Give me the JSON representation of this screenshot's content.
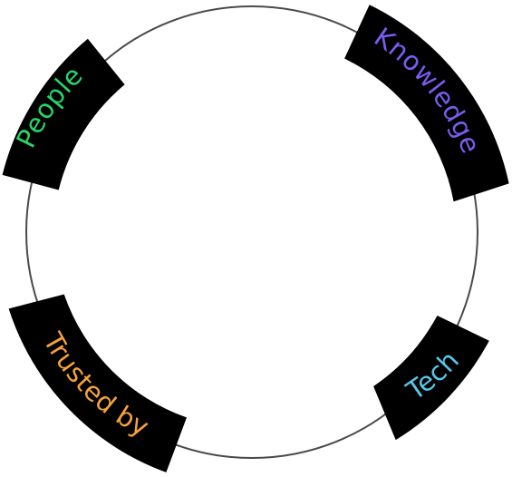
{
  "diagram": {
    "ring_color": "#4a4a4a",
    "badge_color": "#000000",
    "labels": [
      {
        "key": "knowledge",
        "text": "Knowledge",
        "color": "#7b5cf0"
      },
      {
        "key": "tech",
        "text": "Tech",
        "color": "#57c7ea"
      },
      {
        "key": "trusted",
        "text": "Trusted by",
        "color": "#f6a23c"
      },
      {
        "key": "people",
        "text": "People",
        "color": "#28d46a"
      }
    ]
  }
}
